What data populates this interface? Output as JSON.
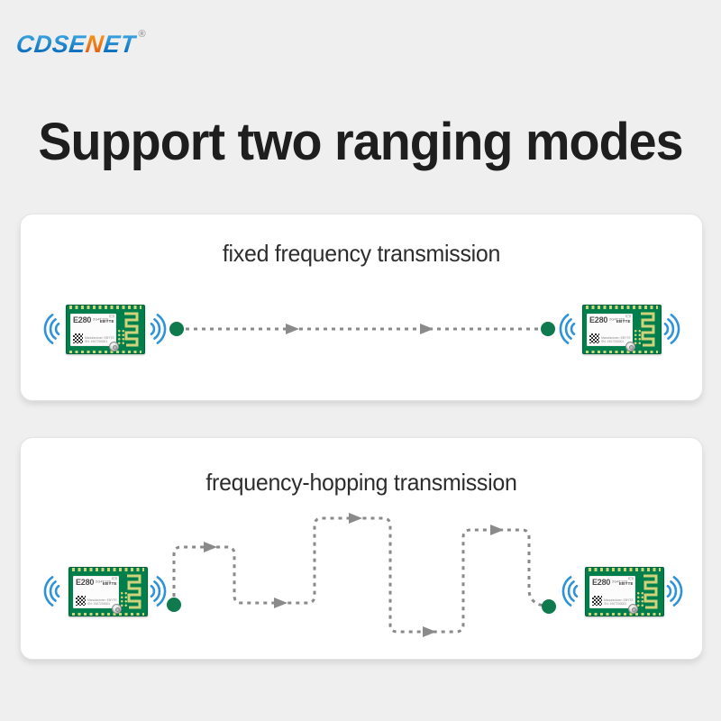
{
  "logo": {
    "part1": "CDSE",
    "accent_letter": "N",
    "part2": "ET",
    "registered_mark": "®"
  },
  "title": "Support two ranging modes",
  "panels": [
    {
      "heading": "fixed frequency transmission"
    },
    {
      "heading": "frequency-hopping transmission"
    }
  ],
  "module_label": {
    "model": "E280",
    "variant": "2G4T12S",
    "brand": "EBYTE",
    "antenna_mark": "((·))",
    "manufacturer": "Manufacturer: EBYTE",
    "serial": "SN: 1907200001"
  },
  "colors": {
    "background": "#efefef",
    "panel_white": "#ffffff",
    "title_dark": "#1e1e1e",
    "heading_gray": "#2d2d2d",
    "pcb_green": "#007e4c",
    "antenna_gold": "#cfd47c",
    "node_green": "#0e7a4e",
    "wifi_blue": "#2e93d8",
    "path_gray": "#8a8a8a",
    "logo_blue": "#0e6fbe",
    "logo_orange": "#f08300"
  }
}
